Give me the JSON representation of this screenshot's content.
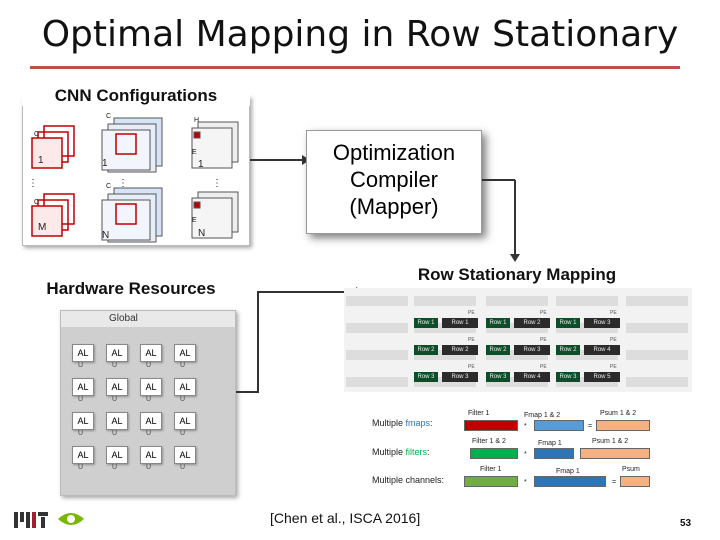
{
  "title": "Optimal Mapping in Row Stationary",
  "cnn": {
    "heading": "CNN Configurations",
    "labels_top": [
      "C",
      "C",
      "H",
      "1",
      "1",
      "E",
      "1"
    ],
    "labels_bottom": [
      "C",
      "C",
      "M",
      "N",
      "N",
      "E"
    ],
    "ellipsis": "…"
  },
  "compiler": {
    "lines": [
      "Optimization",
      "Compiler",
      "(Mapper)"
    ]
  },
  "hardware": {
    "heading": "Hardware Resources",
    "global_label": "Global",
    "pe_label": "AL",
    "pe_sub": "U"
  },
  "row_stationary": {
    "heading": "Row Stationary Mapping",
    "pe_tag": "PE",
    "rows": [
      [
        [
          "Row 1",
          "Row 1"
        ],
        [
          "Row 1",
          "Row 2"
        ],
        [
          "Row 1",
          "Row 3"
        ]
      ],
      [
        [
          "Row 2",
          "Row 2"
        ],
        [
          "Row 2",
          "Row 3"
        ],
        [
          "Row 2",
          "Row 4"
        ]
      ],
      [
        [
          "Row 3",
          "Row 3"
        ],
        [
          "Row 3",
          "Row 4"
        ],
        [
          "Row 3",
          "Row 5"
        ]
      ]
    ]
  },
  "multiples": {
    "fmaps": {
      "prefix": "Multiple ",
      "highlight": "fmaps",
      "suffix": ":",
      "a": "Filter 1",
      "b": "Fmap 1 & 2",
      "c": "Psum 1 & 2"
    },
    "filters": {
      "prefix": "Multiple ",
      "highlight": "filters",
      "suffix": ":",
      "a": "Filter 1 & 2",
      "b": "Fmap 1",
      "c": "Psum 1 & 2"
    },
    "channels": {
      "label": "Multiple channels:",
      "a": "Filter 1",
      "b": "Fmap 1",
      "c": "Psum"
    },
    "times": "*",
    "equals": "="
  },
  "footer": {
    "citation": "[Chen et al., ISCA 2016]",
    "page": "53",
    "logo_mit": "MIT"
  },
  "colors": {
    "accent_line": "#c0504d",
    "fmaps_blue": "#2e75b6",
    "filters_green": "#00b050",
    "filter_red": "#c00000",
    "fmap_blue": "#5b9bd5",
    "psum_light": "#f4b183",
    "channel_green": "#70ad47"
  }
}
